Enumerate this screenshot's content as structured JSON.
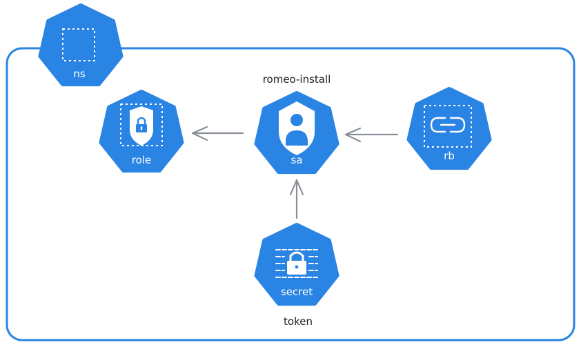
{
  "colors": {
    "accent": "#2a84e4",
    "frame": "#2a84e4",
    "arrow": "#8a8f99",
    "text": "#1e1e1e",
    "icon_fg": "#ffffff"
  },
  "nodes": {
    "ns": {
      "label": "ns",
      "icon": "namespace-icon"
    },
    "role": {
      "label": "role",
      "icon": "role-lock-icon"
    },
    "sa": {
      "label": "sa",
      "icon": "service-account-icon"
    },
    "rb": {
      "label": "rb",
      "icon": "role-binding-link-icon"
    },
    "secret": {
      "label": "secret",
      "icon": "secret-lock-icon"
    }
  },
  "captions": {
    "sa": "romeo-install",
    "secret": "token"
  }
}
